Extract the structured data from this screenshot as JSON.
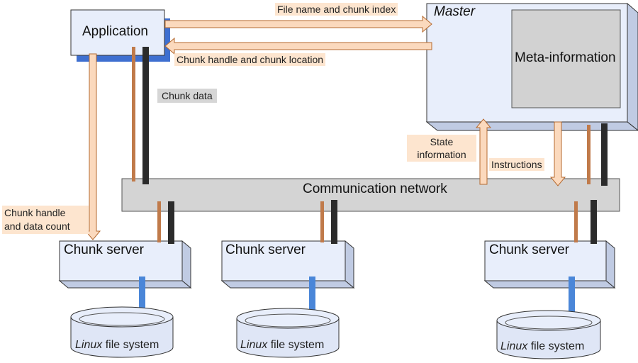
{
  "nodes": {
    "application": "Application",
    "master": "Master",
    "meta": "Meta-information",
    "network": "Communication network",
    "chunk_server": "Chunk server",
    "fs_italic": "Linux",
    "fs_rest": " file system"
  },
  "edges": {
    "file_name_index": "File name and chunk index",
    "handle_location": "Chunk handle and chunk location",
    "chunk_data": "Chunk data",
    "state_info_1": "State",
    "state_info_2": "information",
    "instructions": "Instructions",
    "handle_count_1": "Chunk handle",
    "handle_count_2": "and data count"
  },
  "colors": {
    "box_fill": "#e8eefb",
    "box_side": "#c0cbe3",
    "box_edge": "#333333",
    "app_shadow": "#3e6fd0",
    "meta_fill": "#d2d2d2",
    "network_fill": "#d4d4d4",
    "peach_arrow": "#fbd9bd",
    "peach_edge": "#b56a30",
    "control_line": "#c07a4a",
    "data_line": "#2b2b2b",
    "blue_link": "#4a86d8"
  }
}
